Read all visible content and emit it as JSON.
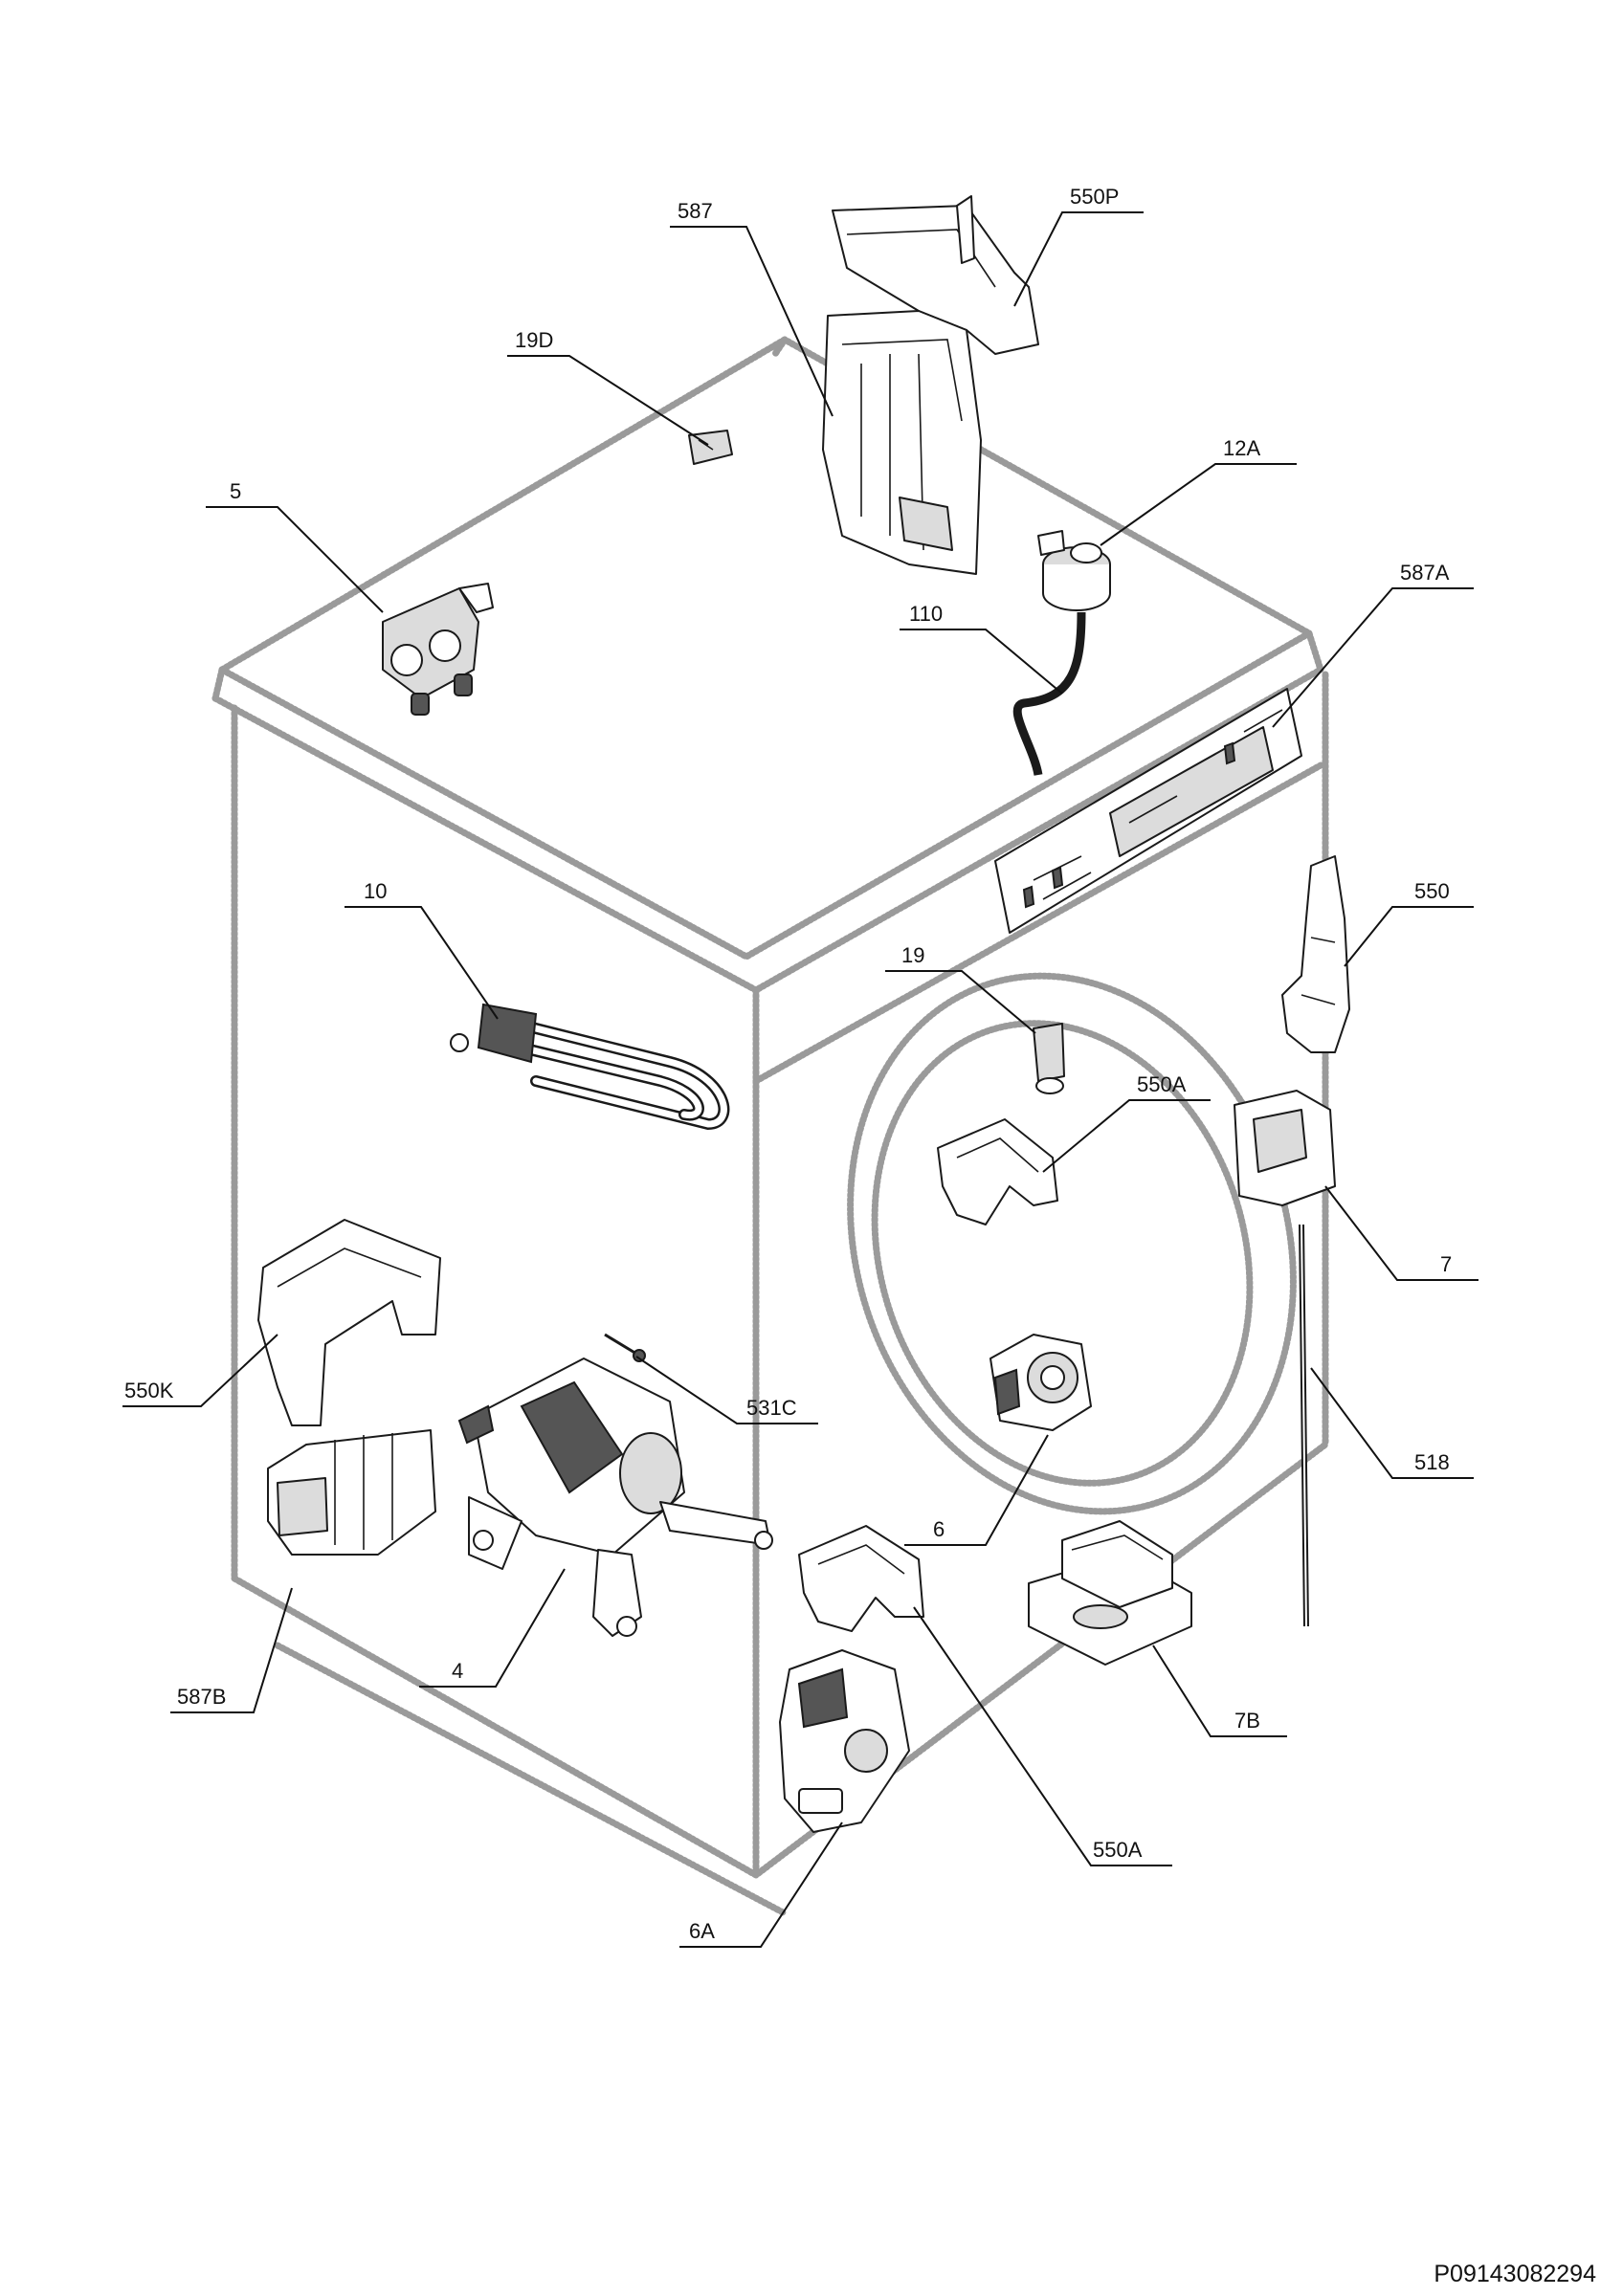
{
  "diagram": {
    "reference": "P09143082294",
    "callouts": [
      {
        "id": "c-587",
        "text": "587"
      },
      {
        "id": "c-550P",
        "text": "550P"
      },
      {
        "id": "c-19D",
        "text": "19D"
      },
      {
        "id": "c-12A",
        "text": "12A"
      },
      {
        "id": "c-5",
        "text": "5"
      },
      {
        "id": "c-110",
        "text": "110"
      },
      {
        "id": "c-587A",
        "text": "587A"
      },
      {
        "id": "c-10",
        "text": "10"
      },
      {
        "id": "c-550",
        "text": "550"
      },
      {
        "id": "c-19",
        "text": "19"
      },
      {
        "id": "c-550A-top",
        "text": "550A"
      },
      {
        "id": "c-7",
        "text": "7"
      },
      {
        "id": "c-550K",
        "text": "550K"
      },
      {
        "id": "c-531C",
        "text": "531C"
      },
      {
        "id": "c-518",
        "text": "518"
      },
      {
        "id": "c-6",
        "text": "6"
      },
      {
        "id": "c-4",
        "text": "4"
      },
      {
        "id": "c-587B",
        "text": "587B"
      },
      {
        "id": "c-7B",
        "text": "7B"
      },
      {
        "id": "c-550A-bottom",
        "text": "550A"
      },
      {
        "id": "c-6A",
        "text": "6A"
      }
    ]
  }
}
